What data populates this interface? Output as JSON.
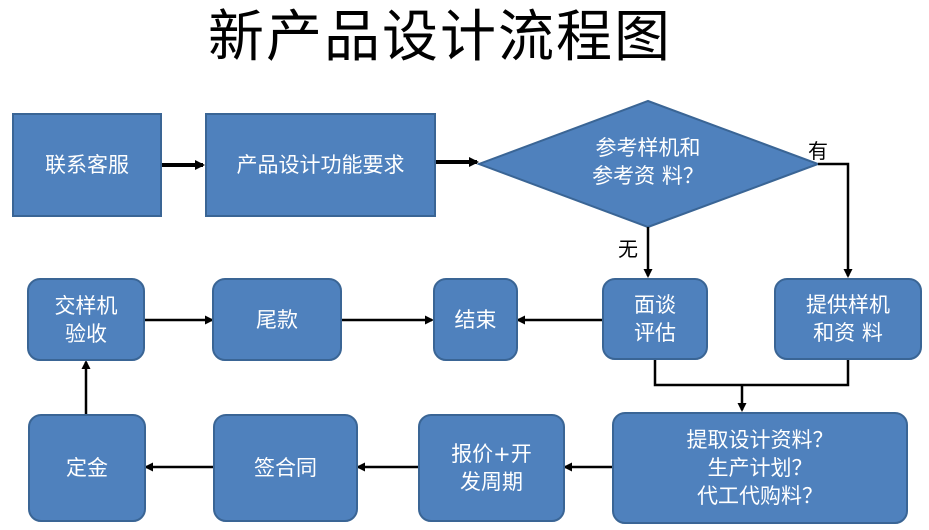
{
  "title": "新产品设计流程图",
  "colors": {
    "fill": "#4f81bd",
    "stroke": "#3a6595",
    "arrow": "#000000",
    "text": "#ffffff"
  },
  "nodes": {
    "contact_service": "联系客服",
    "requirements": "产品设计功能要求",
    "decision_line1": "参考样机和",
    "decision_line2": "参考资 料？",
    "provide_line1": "提供样机",
    "provide_line2": "和资 料",
    "interview_line1": "面谈",
    "interview_line2": "评估",
    "end": "结束",
    "balance": "尾款",
    "deliver_line1": "交样机",
    "deliver_line2": "验收",
    "extract_line1": "提取设计资料？",
    "extract_line2": "生产计划？",
    "extract_line3": "代工代购料？",
    "quote_line1": "报价+开",
    "quote_line2": "发周期",
    "contract": "签合同",
    "deposit": "定金"
  },
  "edge_labels": {
    "yes": "有",
    "no": "无"
  }
}
